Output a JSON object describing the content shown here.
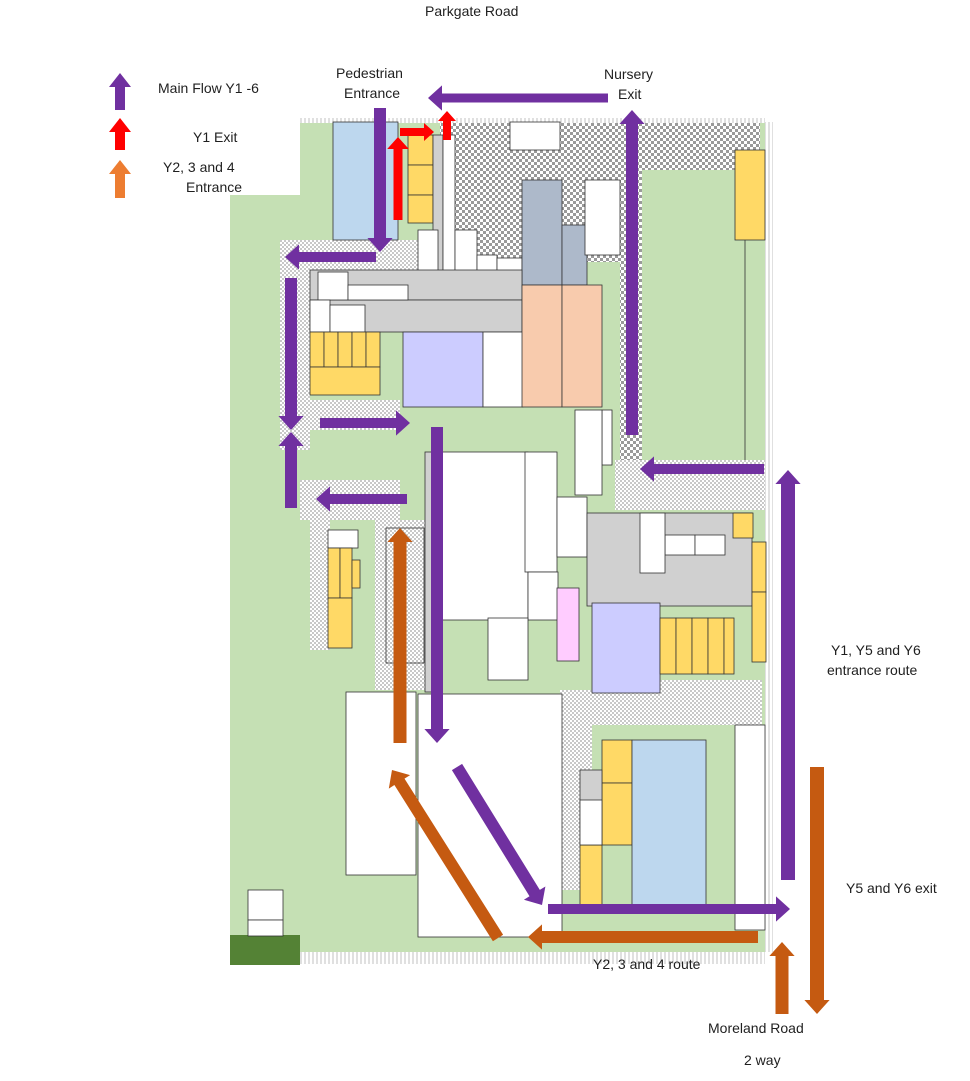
{
  "map": {
    "road_top": "Parkgate Road",
    "road_bottom": "Moreland Road",
    "road_bottom_note": "2 way"
  },
  "legend": [
    {
      "label": "Main Flow Y1 -6",
      "color": "#7030a0",
      "icon": "arrow-up-icon"
    },
    {
      "label": "Y1 Exit",
      "color": "#ff0000",
      "icon": "arrow-up-icon"
    },
    {
      "label_lines": [
        "Y2, 3 and 4",
        "Entrance"
      ],
      "color": "#ed7d31",
      "icon": "arrow-up-icon"
    }
  ],
  "labels": {
    "pedestrian_entrance": [
      "Pedestrian",
      "Entrance"
    ],
    "nursery_exit": [
      "Nursery",
      "Exit"
    ],
    "y156_entrance": [
      "Y1, Y5 and Y6",
      "entrance route"
    ],
    "y56_exit": "Y5 and Y6 exit",
    "y234_route": "Y2, 3 and 4 route"
  },
  "colors": {
    "grass": "#c5e0b4",
    "dark_grass": "#548235",
    "corridor": "#d0d0d0",
    "classroom": "#ffd966",
    "hall": "#ccccff",
    "pool": "#bdd7ee",
    "peach": "#f8cbad",
    "slate": "#adb9ca",
    "pink": "#ffccff",
    "purple": "#7030a0",
    "red": "#ff0000",
    "orange": "#c55a11"
  }
}
